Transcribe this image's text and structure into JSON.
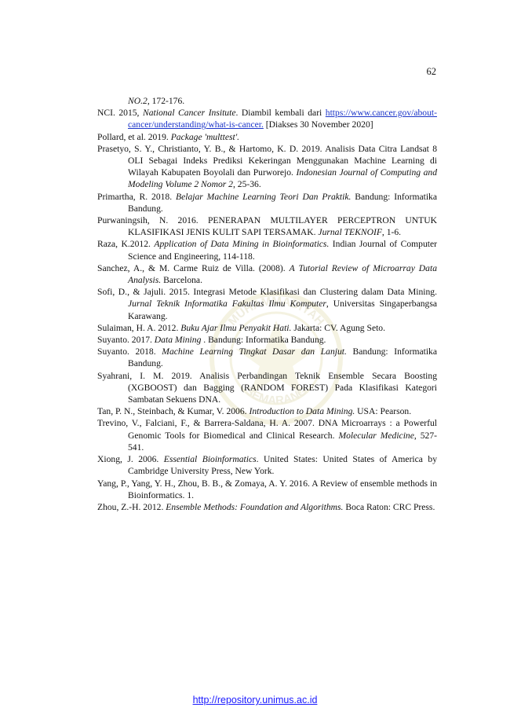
{
  "page_number": "62",
  "watermark": {
    "top_text": "MUHAMMADIYAH",
    "bottom_text": "SEMARANG"
  },
  "references": [
    {
      "segments": [
        {
          "t": "NO.2",
          "i": true
        },
        {
          "t": ", 172-176."
        }
      ],
      "continuation": true
    },
    {
      "segments": [
        {
          "t": "NCI. 2015, "
        },
        {
          "t": "National Cancer Insitute",
          "i": true
        },
        {
          "t": ". Diambil kembali dari "
        },
        {
          "t": "https://www.cancer.gov/about-cancer/understanding/what-is-cancer.",
          "link": true
        },
        {
          "t": " [Diakses 30 November 2020]"
        }
      ]
    },
    {
      "segments": [
        {
          "t": "Pollard, et al. 2019. "
        },
        {
          "t": "Package 'multtest'.",
          "i": true
        }
      ]
    },
    {
      "segments": [
        {
          "t": "Prasetyo, S. Y., Christianto, Y. B., & Hartomo, K. D. 2019. Analisis Data Citra Landsat 8 OLI Sebagai Indeks Prediksi Kekeringan Menggunakan Machine Learning di Wilayah Kabupaten Boyolali dan Purworejo. "
        },
        {
          "t": "Indonesian Journal of Computing and Modeling Volume 2 Nomor 2",
          "i": true
        },
        {
          "t": ", 25-36."
        }
      ]
    },
    {
      "segments": [
        {
          "t": "Primartha, R. 2018. "
        },
        {
          "t": "Belajar Machine Learning Teori Dan Praktik.",
          "i": true
        },
        {
          "t": " Bandung: Informatika Bandung."
        }
      ]
    },
    {
      "segments": [
        {
          "t": "Purwaningsih, N. 2016. PENERAPAN MULTILAYER PERCEPTRON UNTUK KLASIFIKASI JENIS KULIT SAPI TERSAMAK. "
        },
        {
          "t": "Jurnal TEKNOIF",
          "i": true
        },
        {
          "t": ", 1-6."
        }
      ]
    },
    {
      "segments": [
        {
          "t": "Raza, K.2012. "
        },
        {
          "t": "Application of Data Mining in Bioinformatics.",
          "i": true
        },
        {
          "t": " Indian Journal of Computer Science and Engineering, 114-118."
        }
      ]
    },
    {
      "segments": [
        {
          "t": "Sanchez, A., & M. Carme Ruiz de Villa. (2008). "
        },
        {
          "t": "A Tutorial Review of Microarray Data Analysis.",
          "i": true
        },
        {
          "t": " Barcelona."
        }
      ]
    },
    {
      "segments": [
        {
          "t": "Sofi, D., & Jajuli. 2015. Integrasi Metode Klasifikasi dan Clustering dalam Data Mining. "
        },
        {
          "t": "Jurnal Teknik Informatika Fakultas Ilmu Komputer",
          "i": true
        },
        {
          "t": ", Universitas Singaperbangsa Karawang."
        }
      ]
    },
    {
      "segments": [
        {
          "t": "Sulaiman, H. A. 2012. "
        },
        {
          "t": "Buku Ajar Ilmu Penyakit Hati.",
          "i": true
        },
        {
          "t": " Jakarta: CV. Agung Seto."
        }
      ]
    },
    {
      "segments": [
        {
          "t": "Suyanto. 2017. "
        },
        {
          "t": "Data Mining",
          "i": true
        },
        {
          "t": " . Bandung: Informatika Bandung."
        }
      ]
    },
    {
      "segments": [
        {
          "t": "Suyanto. 2018. "
        },
        {
          "t": "Machine Learning Tingkat Dasar dan Lanjut.",
          "i": true
        },
        {
          "t": " Bandung: Informatika Bandung."
        }
      ]
    },
    {
      "segments": [
        {
          "t": "Syahrani, I. M. 2019. Analisis Perbandingan Teknik Ensemble Secara Boosting (XGBOOST) dan Bagging (RANDOM FOREST) Pada Klasifikasi Kategori Sambatan Sekuens DNA."
        }
      ]
    },
    {
      "segments": [
        {
          "t": "Tan, P. N., Steinbach, & Kumar, V. 2006. "
        },
        {
          "t": "Introduction to Data Mining.",
          "i": true
        },
        {
          "t": " USA: Pearson."
        }
      ]
    },
    {
      "segments": [
        {
          "t": "Trevino, V., Falciani, F., & Barrera-Saldana, H. A. 2007. DNA Microarrays : a Powerful Genomic Tools for Biomedical and Clinical Research. "
        },
        {
          "t": "Molecular Medicine",
          "i": true
        },
        {
          "t": ", 527-541."
        }
      ]
    },
    {
      "segments": [
        {
          "t": "Xiong, J. 2006. "
        },
        {
          "t": "Essential Bioinformatics",
          "i": true
        },
        {
          "t": ". United States: United States of America by Cambridge University Press, New York."
        }
      ]
    },
    {
      "segments": [
        {
          "t": "Yang, P., Yang, Y. H., Zhou, B. B., & Zomaya, A. Y. 2016. A Review of ensemble methods in Bioinformatics. 1."
        }
      ]
    },
    {
      "segments": [
        {
          "t": "Zhou, Z.-H. 2012. "
        },
        {
          "t": "Ensemble Methods: Foundation and Algorithms.",
          "i": true
        },
        {
          "t": " Boca Raton: CRC Press."
        }
      ]
    }
  ],
  "footer": {
    "link_text": "http://repository.unimus.ac.id"
  }
}
